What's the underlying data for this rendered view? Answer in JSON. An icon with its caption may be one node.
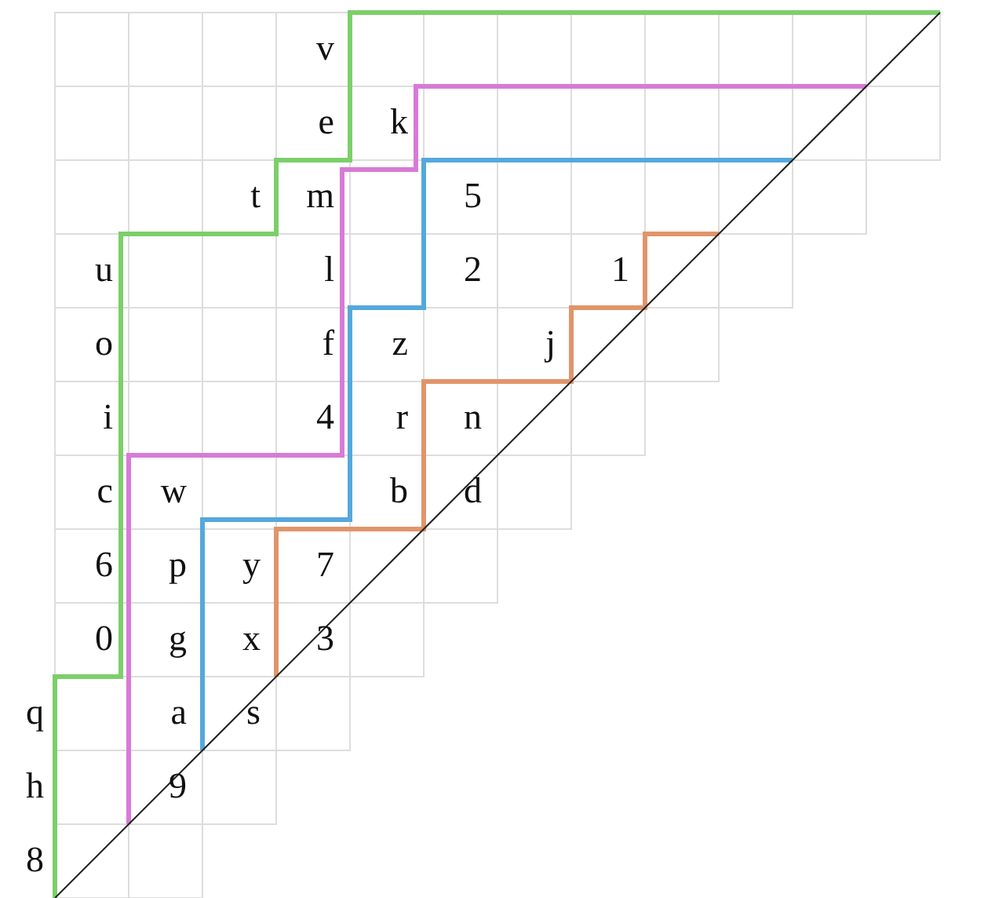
{
  "diagram": {
    "labels": [
      "v",
      "e",
      "k",
      "t",
      "m",
      "5",
      "u",
      "l",
      "2",
      "1",
      "o",
      "f",
      "z",
      "j",
      "i",
      "4",
      "r",
      "n",
      "c",
      "w",
      "b",
      "d",
      "6",
      "p",
      "y",
      "7",
      "0",
      "g",
      "x",
      "3",
      "q",
      "a",
      "s",
      "h",
      "9",
      "8"
    ]
  }
}
